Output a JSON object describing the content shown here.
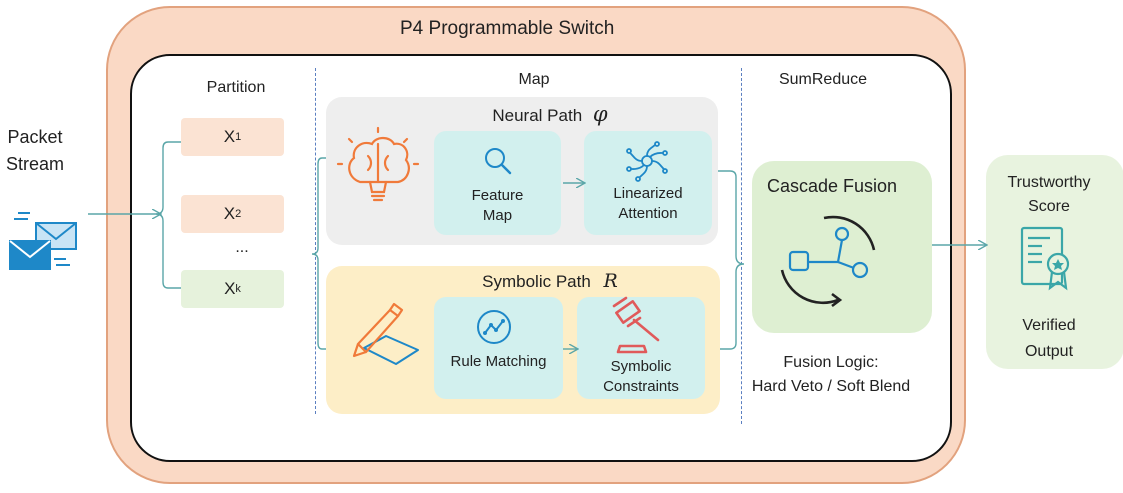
{
  "switch_title": "P4 Programmable Switch",
  "input_label_line1": "Packet",
  "input_label_line2": "Stream",
  "sections": {
    "partition": "Partition",
    "map": "Map",
    "sumreduce": "SumReduce"
  },
  "partitions": {
    "x1": "X",
    "x1_sub": "1",
    "x2": "X",
    "x2_sub": "2",
    "ellipsis": "...",
    "xk": "X",
    "xk_sub": "k"
  },
  "neural_path": {
    "title": "Neural Path",
    "symbol": "φ",
    "feature_line1": "Feature",
    "feature_line2": "Map",
    "attention_line1": "Linearized",
    "attention_line2": "Attention"
  },
  "symbolic_path": {
    "title": "Symbolic Path",
    "symbol": "R",
    "rule_label": "Rule Matching",
    "constraints_line1": "Symbolic",
    "constraints_line2": "Constraints"
  },
  "fusion": {
    "title": "Cascade Fusion",
    "logic_line1": "Fusion Logic:",
    "logic_line2": "Hard Veto / Soft Blend"
  },
  "output": {
    "title_line1": "Trustworthy",
    "title_line2": "Score",
    "label_line1": "Verified",
    "label_line2": "Output"
  },
  "colors": {
    "outer_fill": "#fad9c5",
    "neural_fill": "#eeeeee",
    "symbolic_fill": "#fdeec7",
    "card_fill": "#d2f0ee",
    "fusion_fill": "#deefd2",
    "arrow": "#5aa6a8",
    "icon_orange": "#f07a3a",
    "icon_blue": "#1e88c8",
    "icon_red": "#e05a5a"
  }
}
